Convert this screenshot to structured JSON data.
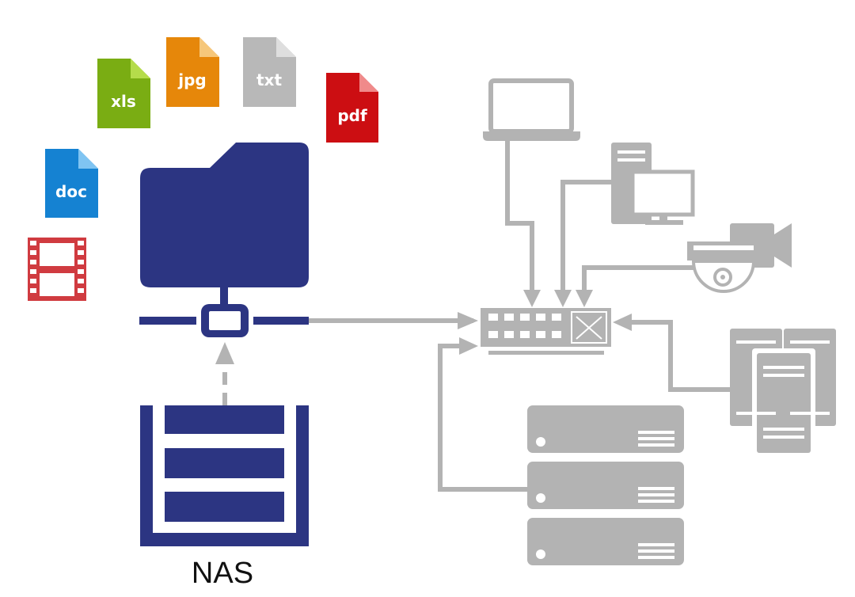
{
  "nas_label": "NAS",
  "files": [
    {
      "name": "xls",
      "label": "xls",
      "color": "#7aad13",
      "fold": "#b5dc4b"
    },
    {
      "name": "jpg",
      "label": "jpg",
      "color": "#e6870a",
      "fold": "#f6c77a"
    },
    {
      "name": "txt",
      "label": "txt",
      "color": "#b8b8b8",
      "fold": "#dedede"
    },
    {
      "name": "pdf",
      "label": "pdf",
      "color": "#cc0e12",
      "fold": "#f08a8a"
    },
    {
      "name": "doc",
      "label": "doc",
      "color": "#1582d2",
      "fold": "#7fc4f2"
    }
  ],
  "colors": {
    "nas_blue": "#2c3582",
    "network_gray": "#b3b3b3",
    "film_red": "#d03b40"
  },
  "icons": [
    "video-film-icon",
    "folder-icon",
    "nas-storage-icon",
    "laptop-icon",
    "desktop-pc-icon",
    "security-camera-icon",
    "network-switch-icon",
    "server-rack-icon",
    "tower-servers-icon"
  ]
}
